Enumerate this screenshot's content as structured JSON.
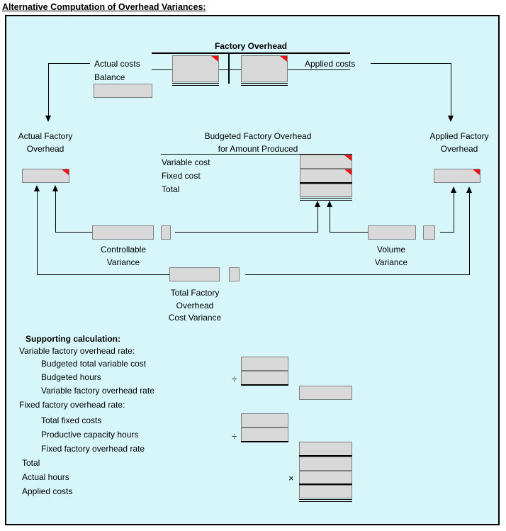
{
  "title": "Alternative Computation of Overhead Variances:",
  "colors": {
    "panel_bg": "#d6f6f9",
    "input_fill": "#d9d9d9",
    "input_border": "#808080",
    "comment_marker_red": "#ee1111",
    "line_black": "#000000"
  },
  "t_account": {
    "title": "Factory Overhead",
    "left_label": "Actual costs",
    "right_label": "Applied costs",
    "balance_label": "Balance"
  },
  "headers": {
    "actual": [
      "Actual Factory",
      "Overhead"
    ],
    "budgeted": [
      "Budgeted Factory Overhead",
      "for Amount Produced"
    ],
    "applied": [
      "Applied Factory",
      "Overhead"
    ]
  },
  "budget_rows": [
    "Variable cost",
    "Fixed cost",
    "Total"
  ],
  "variances": {
    "controllable": [
      "Controllable",
      "Variance"
    ],
    "volume": [
      "Volume",
      "Variance"
    ],
    "total": [
      "Total Factory",
      "Overhead",
      "Cost Variance"
    ]
  },
  "supporting": {
    "title": "Supporting calculation:",
    "sections": [
      {
        "header": "Variable factory overhead rate:",
        "items": [
          "Budgeted total variable cost",
          "Budgeted hours",
          "Variable factory overhead rate"
        ]
      },
      {
        "header": "Fixed factory overhead rate:",
        "items": [
          "Total fixed costs",
          "Productive capacity hours",
          "Fixed factory overhead rate"
        ]
      }
    ],
    "bottom_items": [
      "Total",
      "Actual hours",
      "Applied costs"
    ],
    "divide_symbol": "÷",
    "multiply_symbol": "×"
  }
}
